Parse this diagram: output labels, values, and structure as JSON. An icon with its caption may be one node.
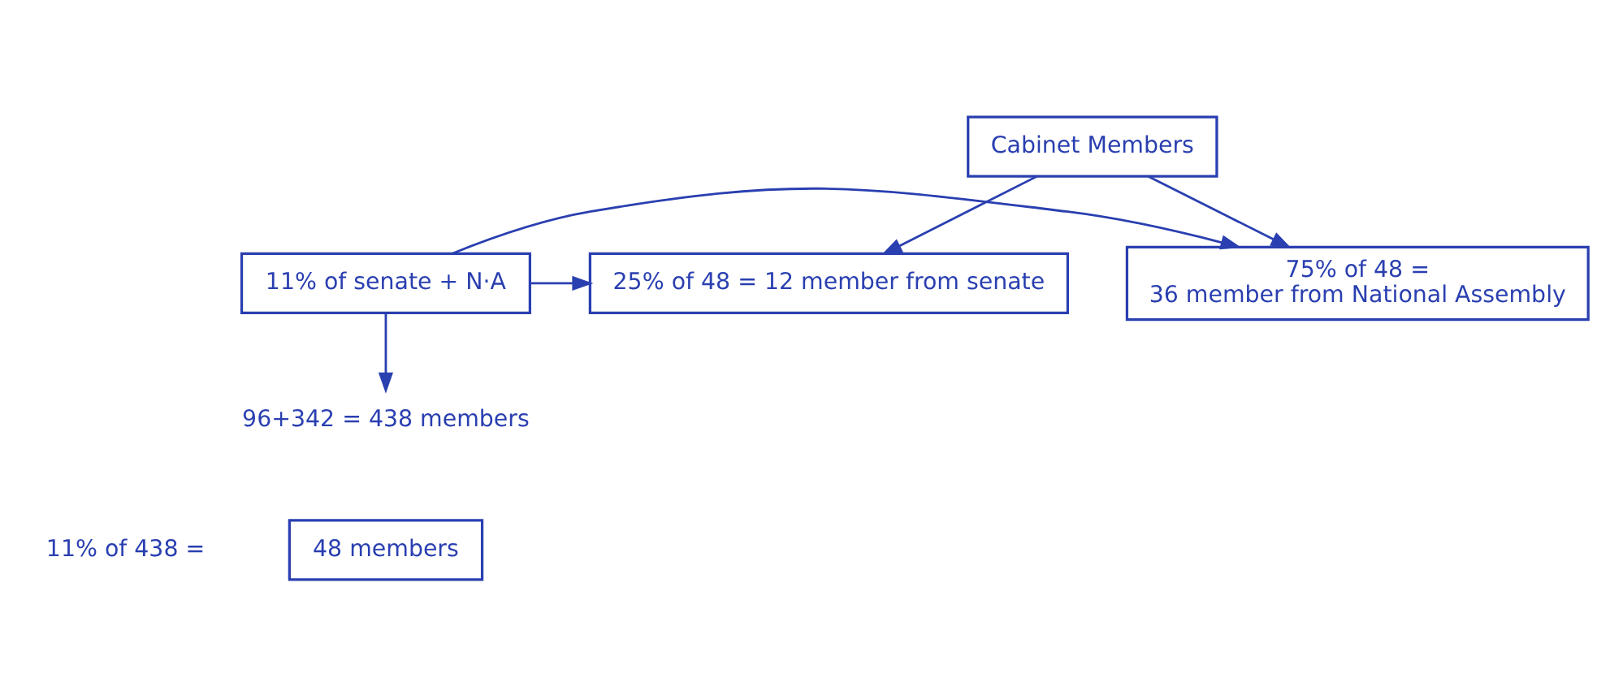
{
  "diagram": {
    "nodes": [
      {
        "text": [
          "Cabinet Members"
        ]
      },
      {
        "text": [
          "75% of 48 =",
          "36 member from National Assembly"
        ]
      },
      {
        "text": [
          "11% of senate + N·A"
        ]
      },
      {
        "text": [
          "25% of 48 = 12 member from senate"
        ]
      },
      {
        "text": [
          "96+342 = 438 members"
        ]
      },
      {
        "text": [
          "48 members"
        ],
        "beside": [
          "11% of 438 ="
        ]
      }
    ],
    "edges": [
      {
        "from": 0,
        "to": 1,
        "arrow": "to"
      },
      {
        "from": 0,
        "to": 3,
        "arrow": "to"
      },
      {
        "from": 2,
        "to": 1,
        "arrow": "to"
      },
      {
        "from": 2,
        "to": 3,
        "arrow": "to"
      },
      {
        "from": 2,
        "to": 4,
        "arrow": "to"
      }
    ]
  }
}
